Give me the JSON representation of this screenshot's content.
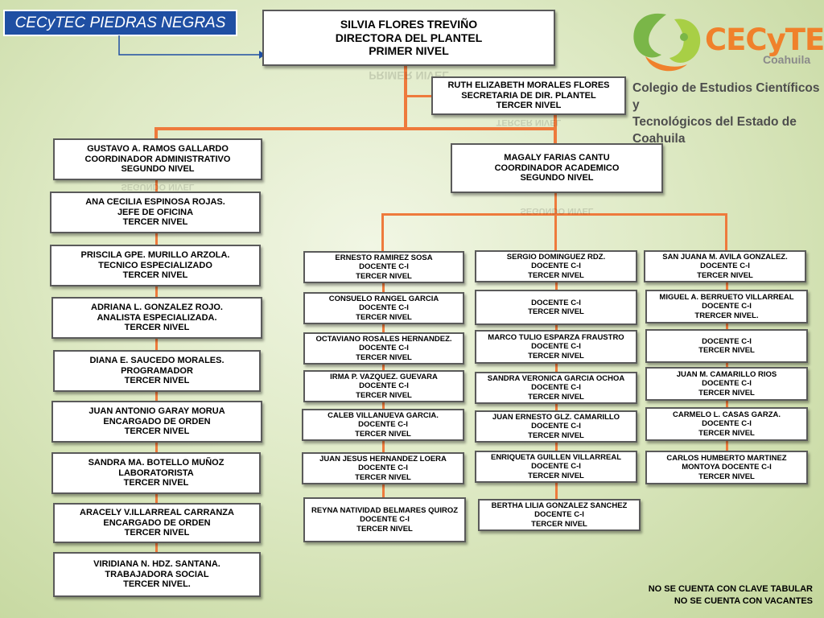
{
  "title": "CECyTEC PIEDRAS NEGRAS",
  "logo": {
    "brand": "CECyTE",
    "state": "Coahuila",
    "college_line1": "Colegio de Estudios Científicos y",
    "college_line2": "Tecnológicos del Estado de Coahuila"
  },
  "director": {
    "name": "SILVIA FLORES TREVIÑO",
    "role": "DIRECTORA DEL PLANTEL",
    "level": "PRIMER NIVEL"
  },
  "secretary": {
    "name": "RUTH ELIZABETH MORALES FLORES",
    "role": "SECRETARIA DE DIR. PLANTEL",
    "level": "TERCER NIVEL"
  },
  "admin_coordinator": {
    "name": "GUSTAVO A. RAMOS GALLARDO",
    "role": "COORDINADOR ADMINISTRATIVO",
    "level": "SEGUNDO NIVEL"
  },
  "academic_coordinator": {
    "name": "MAGALY FARIAS CANTU",
    "role": "COORDINADOR ACADEMICO",
    "level": "SEGUNDO NIVEL"
  },
  "admin_staff": [
    {
      "name": "ANA CECILIA ESPINOSA ROJAS.",
      "role": "JEFE DE OFICINA",
      "level": "TERCER NIVEL"
    },
    {
      "name": "PRISCILA GPE. MURILLO ARZOLA.",
      "role": "TECNICO ESPECIALIZADO",
      "level": "TERCER NIVEL"
    },
    {
      "name": "ADRIANA L. GONZALEZ ROJO.",
      "role": "ANALISTA ESPECIALIZADA.",
      "level": "TERCER NIVEL"
    },
    {
      "name": "DIANA E. SAUCEDO MORALES.",
      "role": "PROGRAMADOR",
      "level": "TERCER NIVEL"
    },
    {
      "name": "JUAN ANTONIO GARAY MORUA",
      "role": "ENCARGADO DE ORDEN",
      "level": "TERCER NIVEL"
    },
    {
      "name": "SANDRA MA. BOTELLO MUÑOZ",
      "role": "LABORATORISTA",
      "level": "TERCER NIVEL"
    },
    {
      "name": "ARACELY V.ILLARREAL CARRANZA",
      "role": "ENCARGADO DE ORDEN",
      "level": "TERCER NIVEL"
    },
    {
      "name": "VIRIDIANA N. HDZ. SANTANA.",
      "role": "TRABAJADORA SOCIAL",
      "level": "TERCER NIVEL."
    }
  ],
  "teachers_col1": [
    {
      "name": "ERNESTO RAMIREZ SOSA",
      "role": "DOCENTE C-I",
      "level": "TERCER NIVEL"
    },
    {
      "name": "CONSUELO RANGEL GARCIA",
      "role": "DOCENTE C-I",
      "level": "TERCER NIVEL"
    },
    {
      "name": "OCTAVIANO ROSALES HERNANDEZ.",
      "role": "DOCENTE C-I",
      "level": "TERCER NIVEL"
    },
    {
      "name": "IRMA P. VAZQUEZ. GUEVARA",
      "role": "DOCENTE C-I",
      "level": "TERCER NIVEL"
    },
    {
      "name": "CALEB VILLANUEVA GARCIA.",
      "role": "DOCENTE C-I",
      "level": "TERCER NIVEL"
    },
    {
      "name": "JUAN JESUS HERNANDEZ LOERA",
      "role": "DOCENTE C-I",
      "level": "TERCER NIVEL"
    },
    {
      "name": "REYNA NATIVIDAD BELMARES QUIROZ",
      "role": "DOCENTE C-I",
      "level": "TERCER NIVEL"
    }
  ],
  "teachers_col2": [
    {
      "name": "SERGIO DOMINGUEZ RDZ.",
      "role": "DOCENTE C-I",
      "level": "TERCER NIVEL"
    },
    {
      "name": "",
      "role": "DOCENTE C-I",
      "level": "TERCER NIVEL"
    },
    {
      "name": "MARCO TULIO ESPARZA FRAUSTRO",
      "role": "DOCENTE C-I",
      "level": "TERCER NIVEL"
    },
    {
      "name": "SANDRA VERONICA GARCIA OCHOA",
      "role": "DOCENTE C-I",
      "level": "TERCER NIVEL"
    },
    {
      "name": "JUAN ERNESTO GLZ. CAMARILLO",
      "role": "DOCENTE C-I",
      "level": "TERCER NIVEL"
    },
    {
      "name": "ENRIQUETA GUILLEN VILLARREAL",
      "role": "DOCENTE C-I",
      "level": "TERCER NIVEL"
    },
    {
      "name": "BERTHA LILIA GONZALEZ SANCHEZ",
      "role": "DOCENTE C-I",
      "level": "TERCER NIVEL"
    }
  ],
  "teachers_col3": [
    {
      "name": "SAN JUANA M. AVILA GONZALEZ.",
      "role": "DOCENTE C-I",
      "level": "TERCER NIVEL"
    },
    {
      "name": "MIGUEL A. BERRUETO VILLARREAL",
      "role": "DOCENTE C-I",
      "level": "TRERCER NIVEL."
    },
    {
      "name": "",
      "role": "DOCENTE C-I",
      "level": "TERCER NIVEL"
    },
    {
      "name": "JUAN M. CAMARILLO RIOS",
      "role": "DOCENTE C-I",
      "level": "TERCER NIVEL"
    },
    {
      "name": "CARMELO L. CASAS GARZA.",
      "role": "DOCENTE C-I",
      "level": "TERCER NIVEL"
    },
    {
      "name": "CARLOS HUMBERTO MARTINEZ",
      "role": "MONTOYA DOCENTE C-I",
      "level": "TERCER NIVEL"
    }
  ],
  "footnote": {
    "line1": "NO SE CUENTA CON CLAVE TABULAR",
    "line2": "NO SE CUENTA CON VACANTES"
  }
}
